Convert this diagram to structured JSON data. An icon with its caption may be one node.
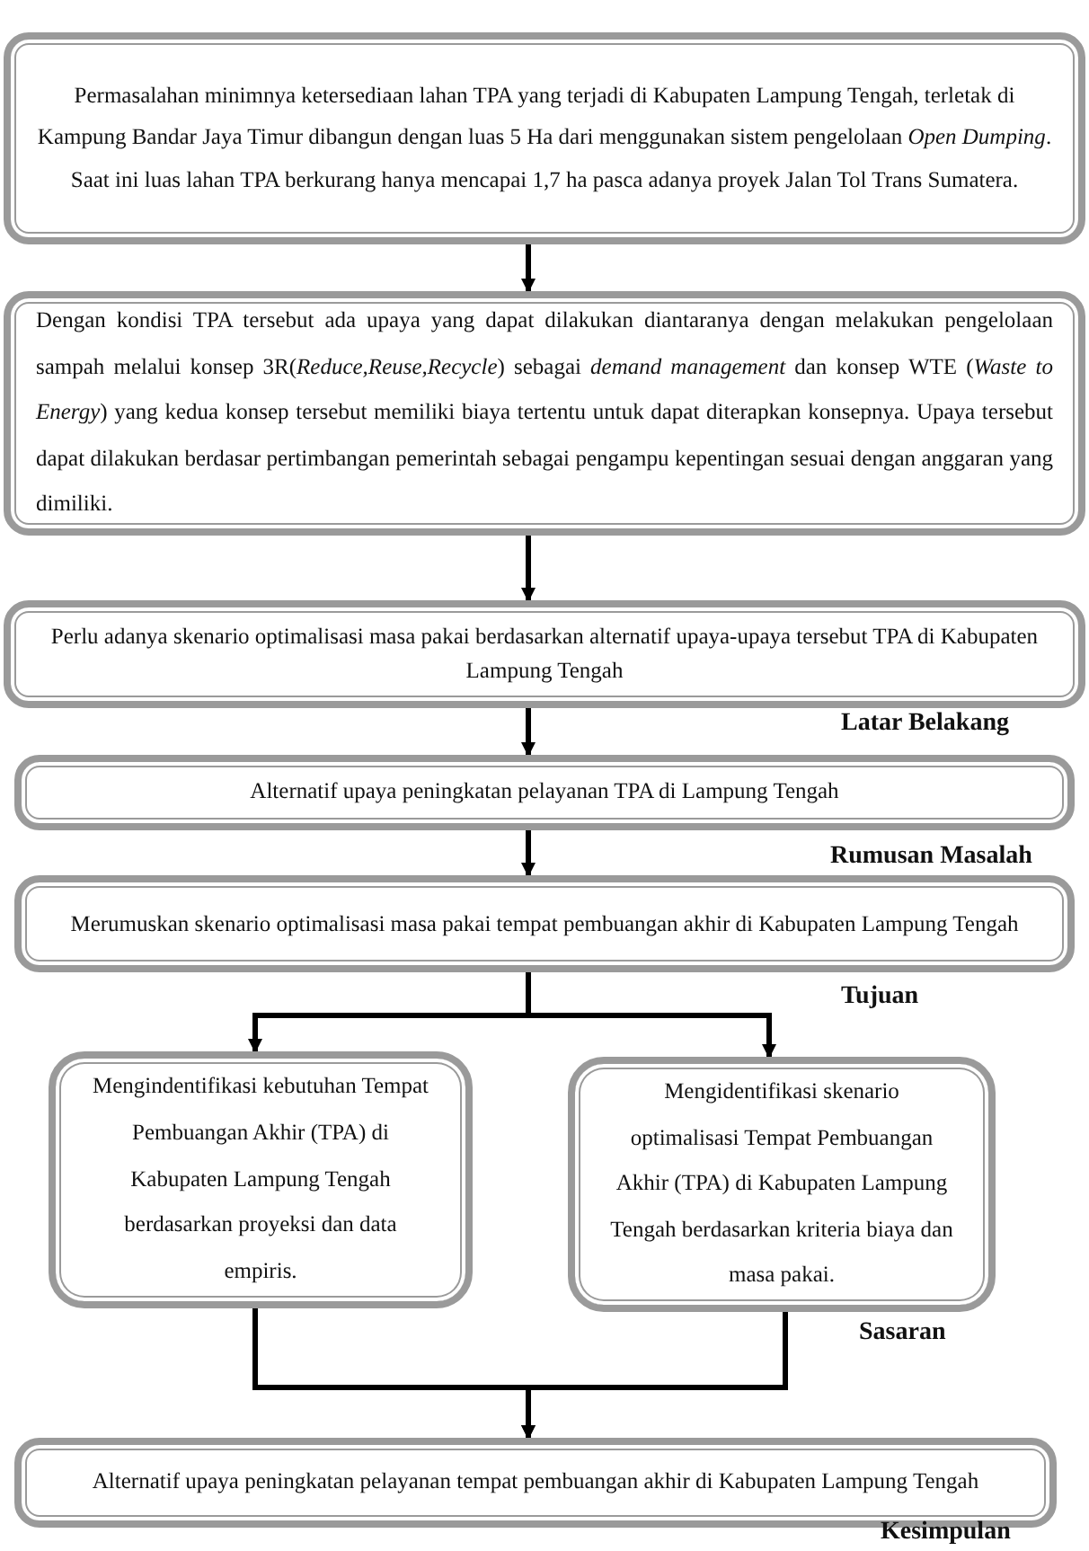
{
  "diagram": {
    "nodes": [
      {
        "text": [
          "Permasalahan minimnya ketersediaan lahan TPA yang terjadi di Kabupaten Lampung Tengah, terletak di Kampung Bandar Jaya Timur dibangun dengan luas 5 Ha dari menggunakan sistem pengelolaan *Open Dumping*. Saat ini luas lahan TPA berkurang hanya mencapai 1,7 ha pasca adanya proyek Jalan Tol Trans Sumatera."
        ]
      },
      {
        "text": [
          "Dengan kondisi TPA tersebut ada upaya yang dapat dilakukan diantaranya dengan melakukan pengelolaan sampah melalui konsep 3R(*Reduce,Reuse,Recycle*) sebagai *demand management* dan konsep WTE (*Waste to Energy*) yang kedua konsep tersebut memiliki biaya tertentu untuk dapat diterapkan konsepnya. Upaya tersebut dapat dilakukan berdasar pertimbangan pemerintah sebagai pengampu kepentingan sesuai dengan anggaran yang dimiliki."
        ]
      },
      {
        "text": [
          "Perlu adanya skenario optimalisasi masa pakai berdasarkan alternatif upaya-upaya tersebut TPA di Kabupaten Lampung Tengah"
        ]
      },
      {
        "text": [
          "Alternatif upaya peningkatan pelayanan TPA di Lampung Tengah"
        ]
      },
      {
        "text": [
          "Merumuskan skenario optimalisasi masa pakai tempat pembuangan akhir di Kabupaten Lampung Tengah"
        ]
      },
      {
        "text": [
          "Mengindentifikasi kebutuhan Tempat Pembuangan Akhir (TPA) di Kabupaten Lampung Tengah berdasarkan proyeksi dan data empiris."
        ]
      },
      {
        "text": [
          "Mengidentifikasi skenario optimalisasi Tempat Pembuangan Akhir (TPA) di Kabupaten Lampung Tengah berdasarkan kriteria biaya dan masa pakai."
        ]
      },
      {
        "text": [
          "Alternatif upaya peningkatan pelayanan tempat pembuangan akhir di Kabupaten Lampung Tengah"
        ]
      }
    ],
    "edges": [
      {
        "from": 0,
        "to": 1,
        "arrow": "to"
      },
      {
        "from": 1,
        "to": 2,
        "arrow": "to"
      },
      {
        "from": 2,
        "to": 3,
        "arrow": "to"
      },
      {
        "from": 3,
        "to": 4,
        "arrow": "to"
      },
      {
        "from": 4,
        "to": 5,
        "arrow": "to"
      },
      {
        "from": 4,
        "to": 6,
        "arrow": "to"
      },
      {
        "from": 5,
        "to": 7,
        "arrow": "to"
      },
      {
        "from": 6,
        "to": 7,
        "arrow": "to"
      }
    ],
    "labels": [
      "Latar Belakang",
      "Rumusan Masalah",
      "Tujuan",
      "Sasaran",
      "Kesimpulan"
    ]
  }
}
